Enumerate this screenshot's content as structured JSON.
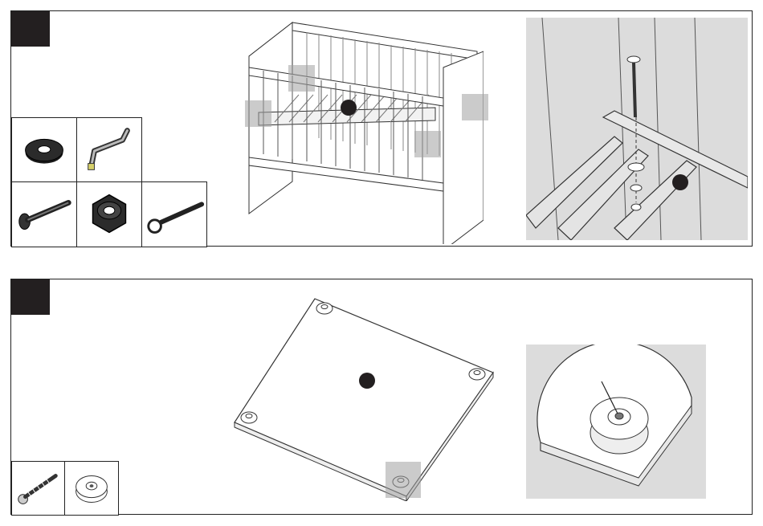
{
  "steps": [
    {
      "number": "",
      "parts": [
        {
          "part": "washer",
          "icon": "washer-icon"
        },
        {
          "part": "allen-key",
          "icon": "allen-key-icon"
        },
        {
          "part": "bolt",
          "icon": "bolt-icon"
        },
        {
          "part": "lock-nut",
          "icon": "lock-nut-icon"
        },
        {
          "part": "spanner",
          "icon": "spanner-icon"
        }
      ]
    },
    {
      "number": "",
      "parts": [
        {
          "part": "screw",
          "icon": "screw-icon"
        },
        {
          "part": "glide-foot",
          "icon": "glide-foot-icon"
        }
      ]
    }
  ],
  "colors": {
    "badge": "#231f20",
    "highlight": "#a0a0a0",
    "detail_background": "#dcdcdc",
    "line": "#222222"
  }
}
